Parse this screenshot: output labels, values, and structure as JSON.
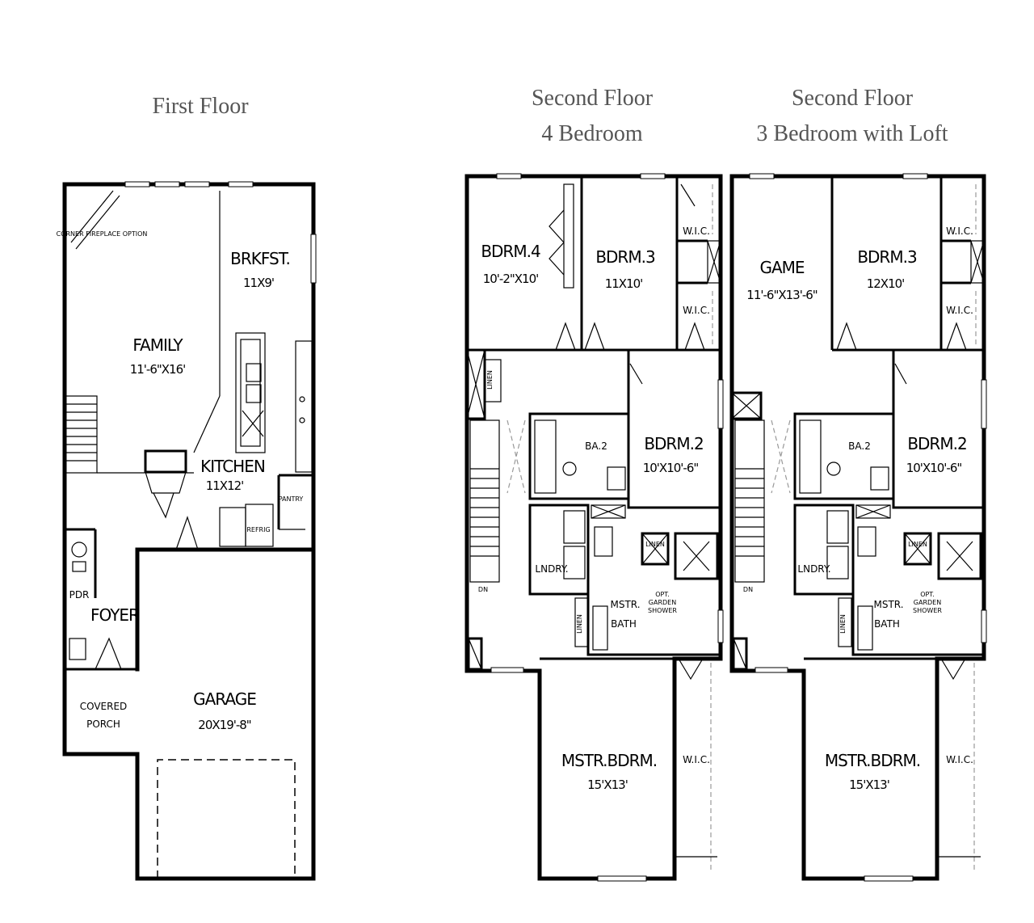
{
  "headings": {
    "first_floor": [
      "First Floor"
    ],
    "second_4bed": [
      "Second Floor",
      "4 Bedroom"
    ],
    "second_loft": [
      "Second Floor",
      "3 Bedroom with Loft"
    ]
  },
  "first_floor": {
    "option_note": "CORNER FIREPLACE OPTION",
    "family": {
      "name": "FAMILY",
      "dim": "11'-6\"X16'"
    },
    "brkfst": {
      "name": "BRKFST.",
      "dim": "11X9'"
    },
    "kitchen": {
      "name": "KITCHEN",
      "dim": "11X12'"
    },
    "pantry": "PANTRY",
    "pdr": "PDR",
    "foyer": "FOYER",
    "covered_porch": [
      "COVERED",
      "PORCH"
    ],
    "garage": {
      "name": "GARAGE",
      "dim": "20X19'-8\""
    },
    "fridge": "REFRIG"
  },
  "second_4bed": {
    "bdrm4": {
      "name": "BDRM.4",
      "dim": "10'-2\"X10'"
    },
    "bdrm3": {
      "name": "BDRM.3",
      "dim": "11X10'"
    },
    "wic_top": "W.I.C.",
    "wic_mid": "W.I.C.",
    "linen_left": "LINEN",
    "ba2": "BA.2",
    "bdrm2": {
      "name": "BDRM.2",
      "dim": "10'X10'-6\""
    },
    "lndry": "LNDRY.",
    "linen_small": "LINEN",
    "mstr_bath": [
      "MSTR.",
      "BATH"
    ],
    "opt_shower": [
      "OPT.",
      "GARDEN",
      "SHOWER"
    ],
    "linen_lower": "LINEN",
    "dn": "DN",
    "mstr_bdrm": {
      "name": "MSTR.BDRM.",
      "dim": "15'X13'"
    },
    "wic_master": "W.I.C."
  },
  "second_loft": {
    "game": {
      "name": "GAME",
      "dim": "11'-6\"X13'-6\""
    },
    "bdrm3": {
      "name": "BDRM.3",
      "dim": "12X10'"
    },
    "wic_top": "W.I.C.",
    "wic_mid": "W.I.C.",
    "ba2": "BA.2",
    "bdrm2": {
      "name": "BDRM.2",
      "dim": "10'X10'-6\""
    },
    "lndry": "LNDRY.",
    "linen_small": "LINEN",
    "mstr_bath": [
      "MSTR.",
      "BATH"
    ],
    "opt_shower": [
      "OPT.",
      "GARDEN",
      "SHOWER"
    ],
    "linen_lower": "LINEN",
    "dn": "DN",
    "mstr_bdrm": {
      "name": "MSTR.BDRM.",
      "dim": "15'X13'"
    },
    "wic_master": "W.I.C."
  }
}
